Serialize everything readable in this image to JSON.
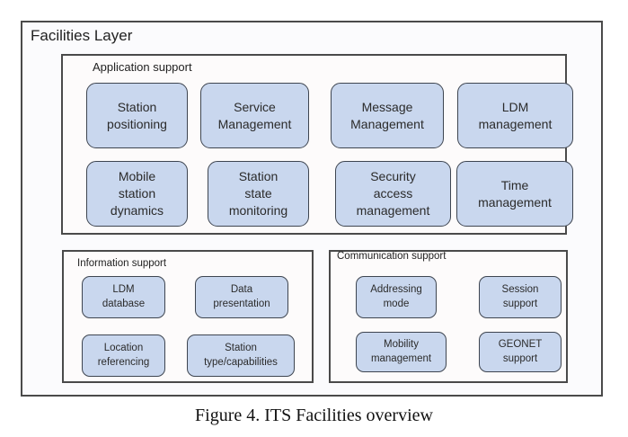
{
  "layer": {
    "title": "Facilities Layer"
  },
  "application_support": {
    "title": "Application support",
    "items": [
      {
        "label": "Station\npositioning"
      },
      {
        "label": "Service\nManagement"
      },
      {
        "label": "Message\nManagement"
      },
      {
        "label": "LDM\nmanagement"
      },
      {
        "label": "Mobile\nstation\ndynamics"
      },
      {
        "label": "Station\nstate\nmonitoring"
      },
      {
        "label": "Security\naccess\nmanagement"
      },
      {
        "label": "Time\nmanagement"
      }
    ]
  },
  "information_support": {
    "title": "Information support",
    "items": [
      {
        "label": "LDM\ndatabase"
      },
      {
        "label": "Data\npresentation"
      },
      {
        "label": "Location\nreferencing"
      },
      {
        "label": "Station\ntype/capabilities"
      }
    ]
  },
  "communication_support": {
    "title": "Communication support",
    "items": [
      {
        "label": "Addressing\nmode"
      },
      {
        "label": "Session\nsupport"
      },
      {
        "label": "Mobility\nmanagement"
      },
      {
        "label": "GEONET\nsupport"
      }
    ]
  },
  "caption": "Figure 4. ITS Facilities overview",
  "colors": {
    "box_fill": "#c9d7ee",
    "box_border": "#3e4550",
    "frame_border": "#4a4a4a"
  }
}
